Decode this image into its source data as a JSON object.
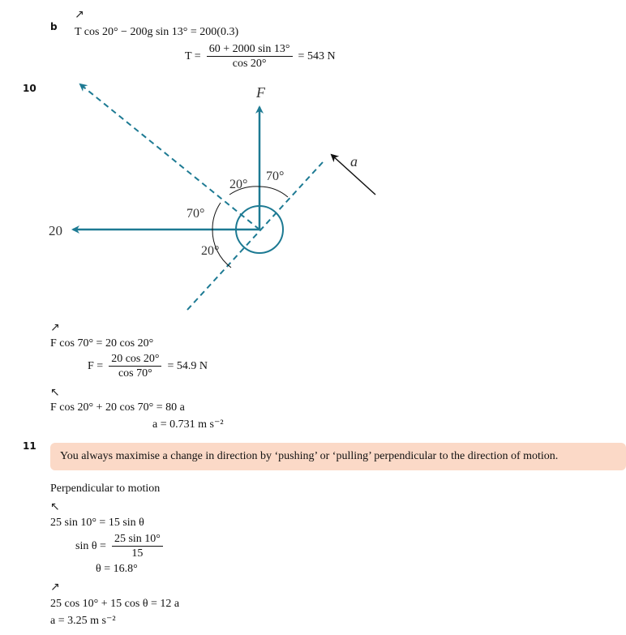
{
  "part_b": {
    "label": "b",
    "direction_symbol": "↗",
    "line1": "T cos 20° − 200g sin 13° = 200(0.3)",
    "line2_lhs": "T =",
    "line2_num": "60 + 2000 sin 13°",
    "line2_den": "cos 20°",
    "line2_rhs": "= 543 N"
  },
  "q10": {
    "number": "10",
    "diagram": {
      "label_F": "F",
      "label_20": "20",
      "label_a": "a",
      "angle_top_left": "20°",
      "angle_top_right": "70°",
      "angle_left_upper": "70°",
      "angle_left_lower": "20°",
      "color": "#1d7a93"
    },
    "dir1": "↗",
    "eq1": "F cos 70° = 20 cos 20°",
    "eq2_lhs": "F =",
    "eq2_num": "20 cos 20°",
    "eq2_den": "cos 70°",
    "eq2_rhs": "= 54.9 N",
    "dir2": "↖",
    "eq3": "F cos 20° + 20 cos 70° = 80 a",
    "eq4": "a = 0.731 m s⁻²"
  },
  "q11": {
    "number": "11",
    "note": "You always maximise a change in direction by ‘pushing’ or ‘pulling’ perpendicular to the direction of motion.",
    "note_bg": "#fbd9c7",
    "heading": "Perpendicular to motion",
    "dir1": "↖",
    "eq1": "25 sin 10° = 15 sin θ",
    "eq2_lhs": "sin θ =",
    "eq2_num": "25 sin 10°",
    "eq2_den": "15",
    "eq3": "θ = 16.8°",
    "dir2": "↗",
    "eq4": "25 cos 10° + 15 cos θ = 12 a",
    "eq5": "a = 3.25 m s⁻²"
  }
}
